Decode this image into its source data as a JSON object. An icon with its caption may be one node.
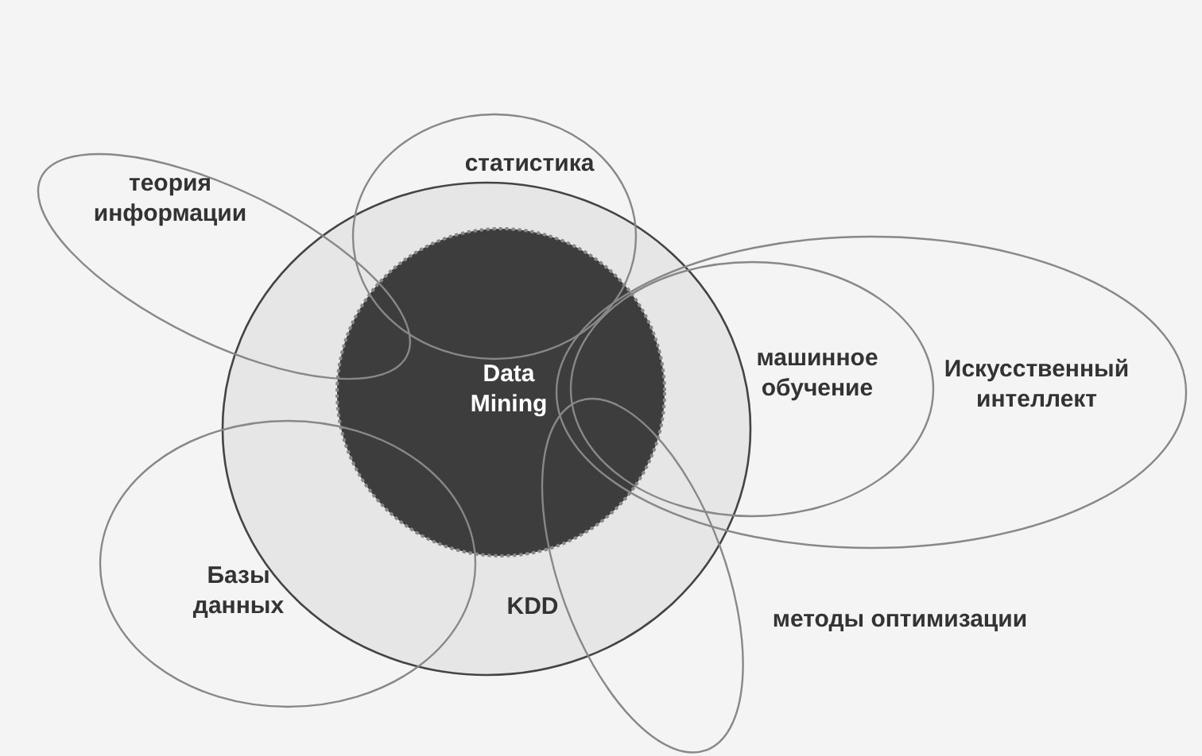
{
  "diagram": {
    "nodes": [
      {
        "text": [
          "KDD"
        ]
      },
      {
        "text": [
          "Data Mining"
        ],
        "in": 0
      },
      {
        "text": [
          "статистика"
        ]
      },
      {
        "text": [
          "теория информации"
        ]
      },
      {
        "text": [
          "машинное обучение"
        ],
        "in": 5
      },
      {
        "text": [
          "Искусственный интеллект"
        ]
      },
      {
        "text": [
          "Базы данных"
        ]
      },
      {
        "text": [
          "методы оптимизации"
        ]
      }
    ]
  }
}
